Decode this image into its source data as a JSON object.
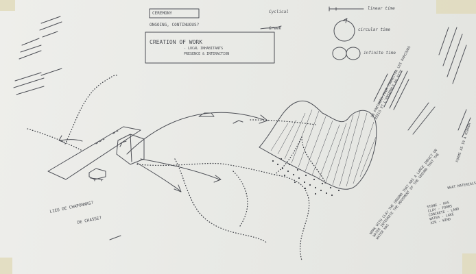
{
  "header": {
    "ceremony": "CEREMONY",
    "ongoing": "ONGOING, CONTINUOUS?",
    "creation": "CREATION OF WORK",
    "local": "- LOCAL INHABITANTS",
    "presence": "PRESENCE & INTERACTION",
    "cyclical": "Cyclical",
    "greek": "Greek"
  },
  "time_legend": {
    "linear": "linear time",
    "circular": "circular time",
    "infinite": "infinite time"
  },
  "left_notes": {
    "question": "LIEU DE CHAPONNAS?",
    "question2": "DE CHASSE?"
  },
  "right_notes": {
    "hidden": "UN PARCOURS POUR CONNECTER LES PARCOURS RÉELS ET L'ENSEMBLE DU SITE",
    "clay": "WORK WITH CLAY THE GROUND THAT HAS A LARGE IMPACT ON WATER INTEGRATE THE MOVEMENT OF THE GROUND THAT THE WATER HAS",
    "materials_title": "WHAT MATERIALS",
    "materials": [
      "STONE - HAS",
      "CLAY - FORMS",
      "CONCRETE - LAND",
      "WATER - LAKE",
      "AIR - WIND"
    ],
    "mirror": "FORMS AS IN A MIRROR"
  }
}
